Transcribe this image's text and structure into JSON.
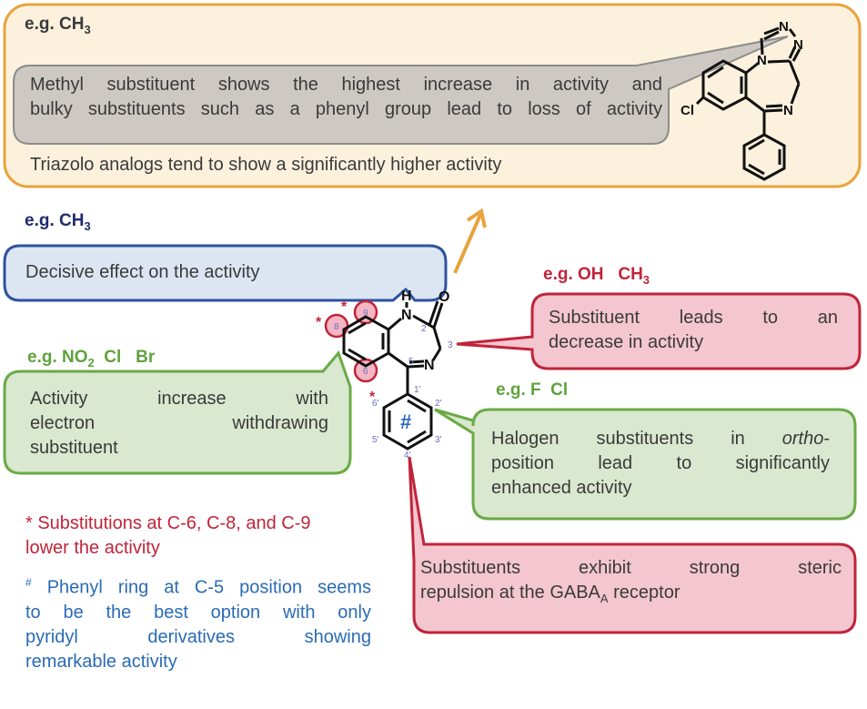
{
  "colors": {
    "orange": "#e8a33a",
    "red": "#c0243a",
    "green": "#6aaa45",
    "navy": "#2f52a0",
    "blue": "#2a6bb5",
    "pink": "#f4c6d0"
  },
  "top_box": {
    "label": "e.g. CH",
    "label_sub": "3",
    "callout_lines": [
      "Methyl substituent shows the highest increase in activity and",
      "bulky substituents such as a phenyl group lead to loss of activity"
    ],
    "note": "Triazolo analogs tend to show a significantly higher activity",
    "molecule_labels": {
      "n_a": "N",
      "n_b": "N",
      "n_c": "N",
      "n_d": "N",
      "cl": "Cl"
    }
  },
  "position1": {
    "label": "e.g. CH",
    "label_sub": "3",
    "text": "Decisive effect on the activity"
  },
  "position3": {
    "label": "e.g. OH   CH",
    "label_sub": "3",
    "lines": [
      "Substituent leads to an",
      "decrease in activity"
    ]
  },
  "ring_a": {
    "label": "e.g. NO",
    "label_sub": "2",
    "label_rest": "  Cl   Br",
    "lines": [
      "Activity increase with",
      "electron withdrawing",
      "substituent"
    ]
  },
  "ortho": {
    "label": "e.g. F  Cl",
    "lines_html": [
      "Halogen substituents in ",
      "ortho",
      "-"
    ],
    "lines": [
      "position lead to significantly",
      "enhanced activity"
    ]
  },
  "para": {
    "lines": [
      "Substituents exhibit strong steric"
    ],
    "last_line": "repulsion at the GABA",
    "last_sub": "A",
    "last_end": " receptor"
  },
  "note_star": [
    "* Substitutions at C-6, C-8, and C-9",
    "lower the activity"
  ],
  "note_hash": {
    "mark": "#",
    "lines": [
      "Phenyl ring at C-5 position seems",
      "to be the best option with only",
      "pyridyl derivatives showing"
    ],
    "last": "remarkable activity"
  },
  "molecule": {
    "atoms": {
      "h": "H",
      "o": "O",
      "n1": "N",
      "n4": "N"
    },
    "positions": {
      "p2": "2",
      "p3": "3",
      "p5": "5",
      "p6": "6",
      "p8": "8",
      "p9": "9",
      "p1p": "1'",
      "p2p": "2'",
      "p3p": "3'",
      "p4p": "4'",
      "p5p": "5'",
      "p6p": "6'"
    },
    "hash": "#",
    "star": "*"
  }
}
